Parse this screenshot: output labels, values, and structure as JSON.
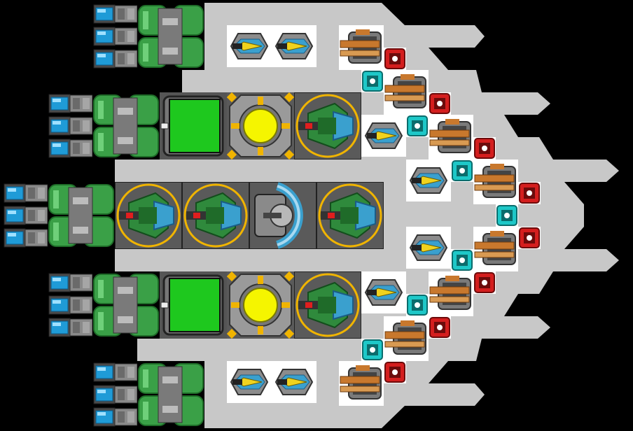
{
  "scene": {
    "kind": "ship-builder-top-down",
    "hull_color": "#c8c8c8",
    "background_color": "#000000"
  },
  "palette": {
    "armor_green": "#3aa047",
    "armor_green_dark": "#1e6c28",
    "metal_grey": "#7a7a7a",
    "metal_dark": "#3a3a3a",
    "blue_light": "#1f9bd7",
    "cockpit_green": "#1ec81e",
    "reactor_yellow": "#f5f500",
    "gold": "#f0b400",
    "red_block": "#d41e1e",
    "cyan_block": "#1ec8c8",
    "laser_yellow": "#f0d21e",
    "cannon_orange": "#c8782d"
  },
  "block_types": {
    "thruster": "thruster-block",
    "armor": "armor-block",
    "cockpit": "cockpit-block",
    "reactor": "reactor-block",
    "missile_launcher": "missile-launcher-block",
    "shield": "shield-generator-block",
    "laser": "laser-weapon-block",
    "cannon": "cannon-weapon-block",
    "red_module": "red-power-module",
    "cyan_module": "cyan-power-module"
  }
}
